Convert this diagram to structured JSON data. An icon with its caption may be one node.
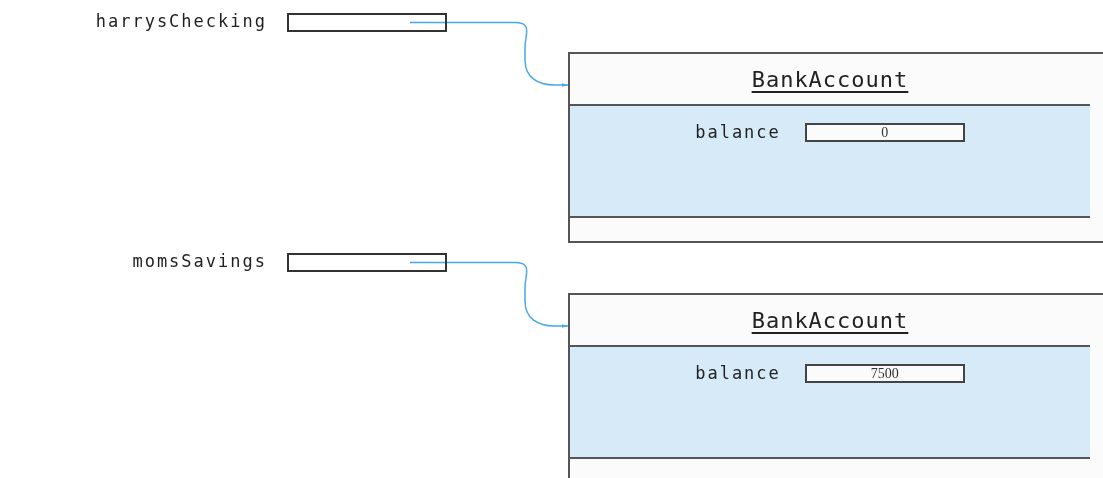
{
  "diagram": {
    "nodes": [
      {
        "text": [
          "harrysChecking"
        ]
      },
      {
        "text": [
          "BankAccount"
        ]
      },
      {
        "text": [
          "0"
        ],
        "beside": [
          "balance"
        ],
        "in": 1
      },
      {
        "text": [
          "momsSavings"
        ]
      },
      {
        "text": [
          "BankAccount"
        ]
      },
      {
        "text": [
          "7500"
        ],
        "beside": [
          "balance"
        ],
        "in": 4
      }
    ],
    "edges": [
      {
        "from": 0,
        "to": 1,
        "arrow": "to"
      },
      {
        "from": 3,
        "to": 4,
        "arrow": "to"
      }
    ]
  }
}
